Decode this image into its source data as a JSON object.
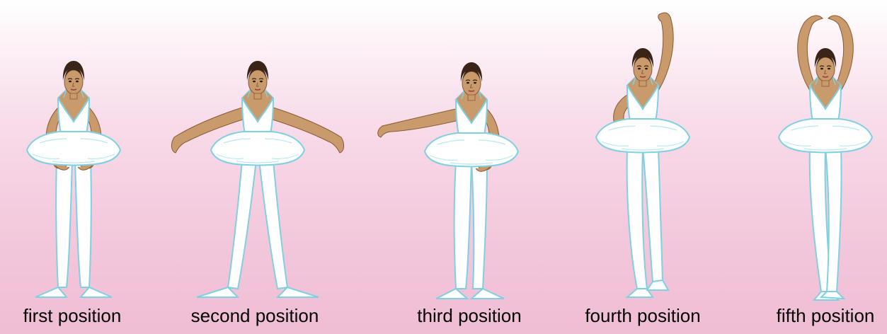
{
  "colors": {
    "skin": "#c99a6b",
    "skin_outline": "#8a5a32",
    "hair": "#3a2418",
    "costume": "#ffffff",
    "costume_outline": "#7fd0e0",
    "background_top": "#ffffff",
    "background_bottom": "#efbdd4"
  },
  "dancers": [
    {
      "label": "first position",
      "figure": "ballerina-first-position"
    },
    {
      "label": "second position",
      "figure": "ballerina-second-position"
    },
    {
      "label": "third position",
      "figure": "ballerina-third-position"
    },
    {
      "label": "fourth position",
      "figure": "ballerina-fourth-position"
    },
    {
      "label": "fifth position",
      "figure": "ballerina-fifth-position"
    }
  ]
}
